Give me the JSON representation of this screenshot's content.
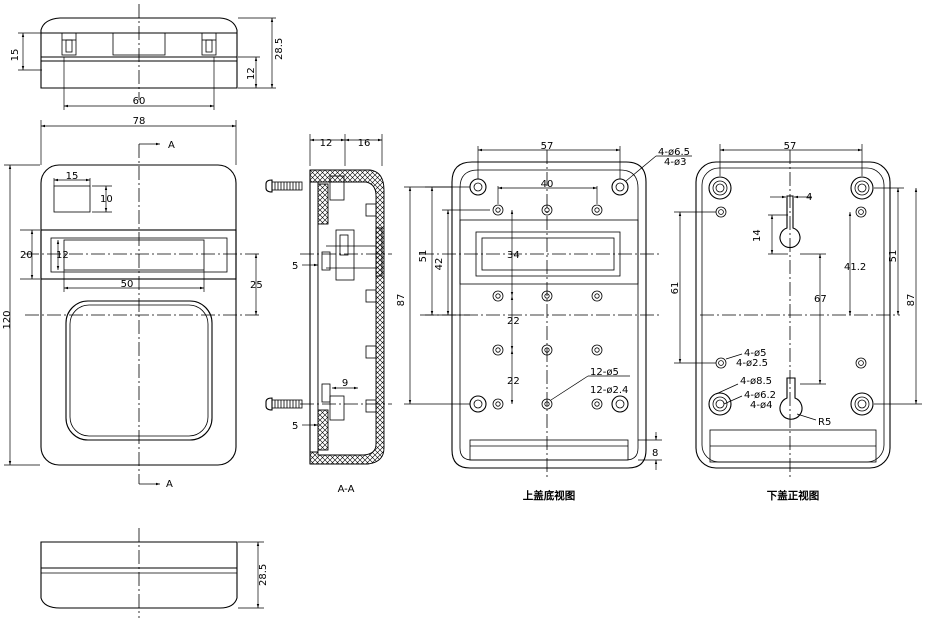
{
  "views": {
    "top": {
      "d_15": "15",
      "d_28_5": "28.5",
      "d_12": "12",
      "d_60": "60"
    },
    "front": {
      "d_78": "78",
      "section_mark": "A",
      "d_15": "15",
      "d_10": "10",
      "d_20": "20",
      "d_12": "12",
      "d_50": "50",
      "d_25": "25",
      "d_120": "120"
    },
    "section": {
      "label": "A-A",
      "d_12": "12",
      "d_16": "16",
      "d_5a": "5",
      "d_5b": "5",
      "d_9": "9"
    },
    "upper": {
      "caption": "上盖底视图",
      "d_57": "57",
      "d_40": "40",
      "d_51": "51",
      "d_42": "42",
      "d_87": "87",
      "d_34": "34",
      "d_22a": "22",
      "d_22b": "22",
      "d_8": "8",
      "n_65": "4-ø6.5",
      "n_3": "4-ø3",
      "n_5": "12-ø5",
      "n_24": "12-ø2.4"
    },
    "lower": {
      "caption": "下盖正视图",
      "d_57": "57",
      "d_4": "4",
      "d_14": "14",
      "d_41_2": "41.2",
      "d_51": "51",
      "d_87": "87",
      "d_61": "61",
      "d_67": "67",
      "n_5": "4-ø5",
      "n_25": "4-ø2.5",
      "n_85": "4-ø8.5",
      "n_62": "4-ø6.2",
      "n_4": "4-ø4",
      "r5": "R5"
    },
    "bottom": {
      "d_28_5": "28.5"
    }
  }
}
